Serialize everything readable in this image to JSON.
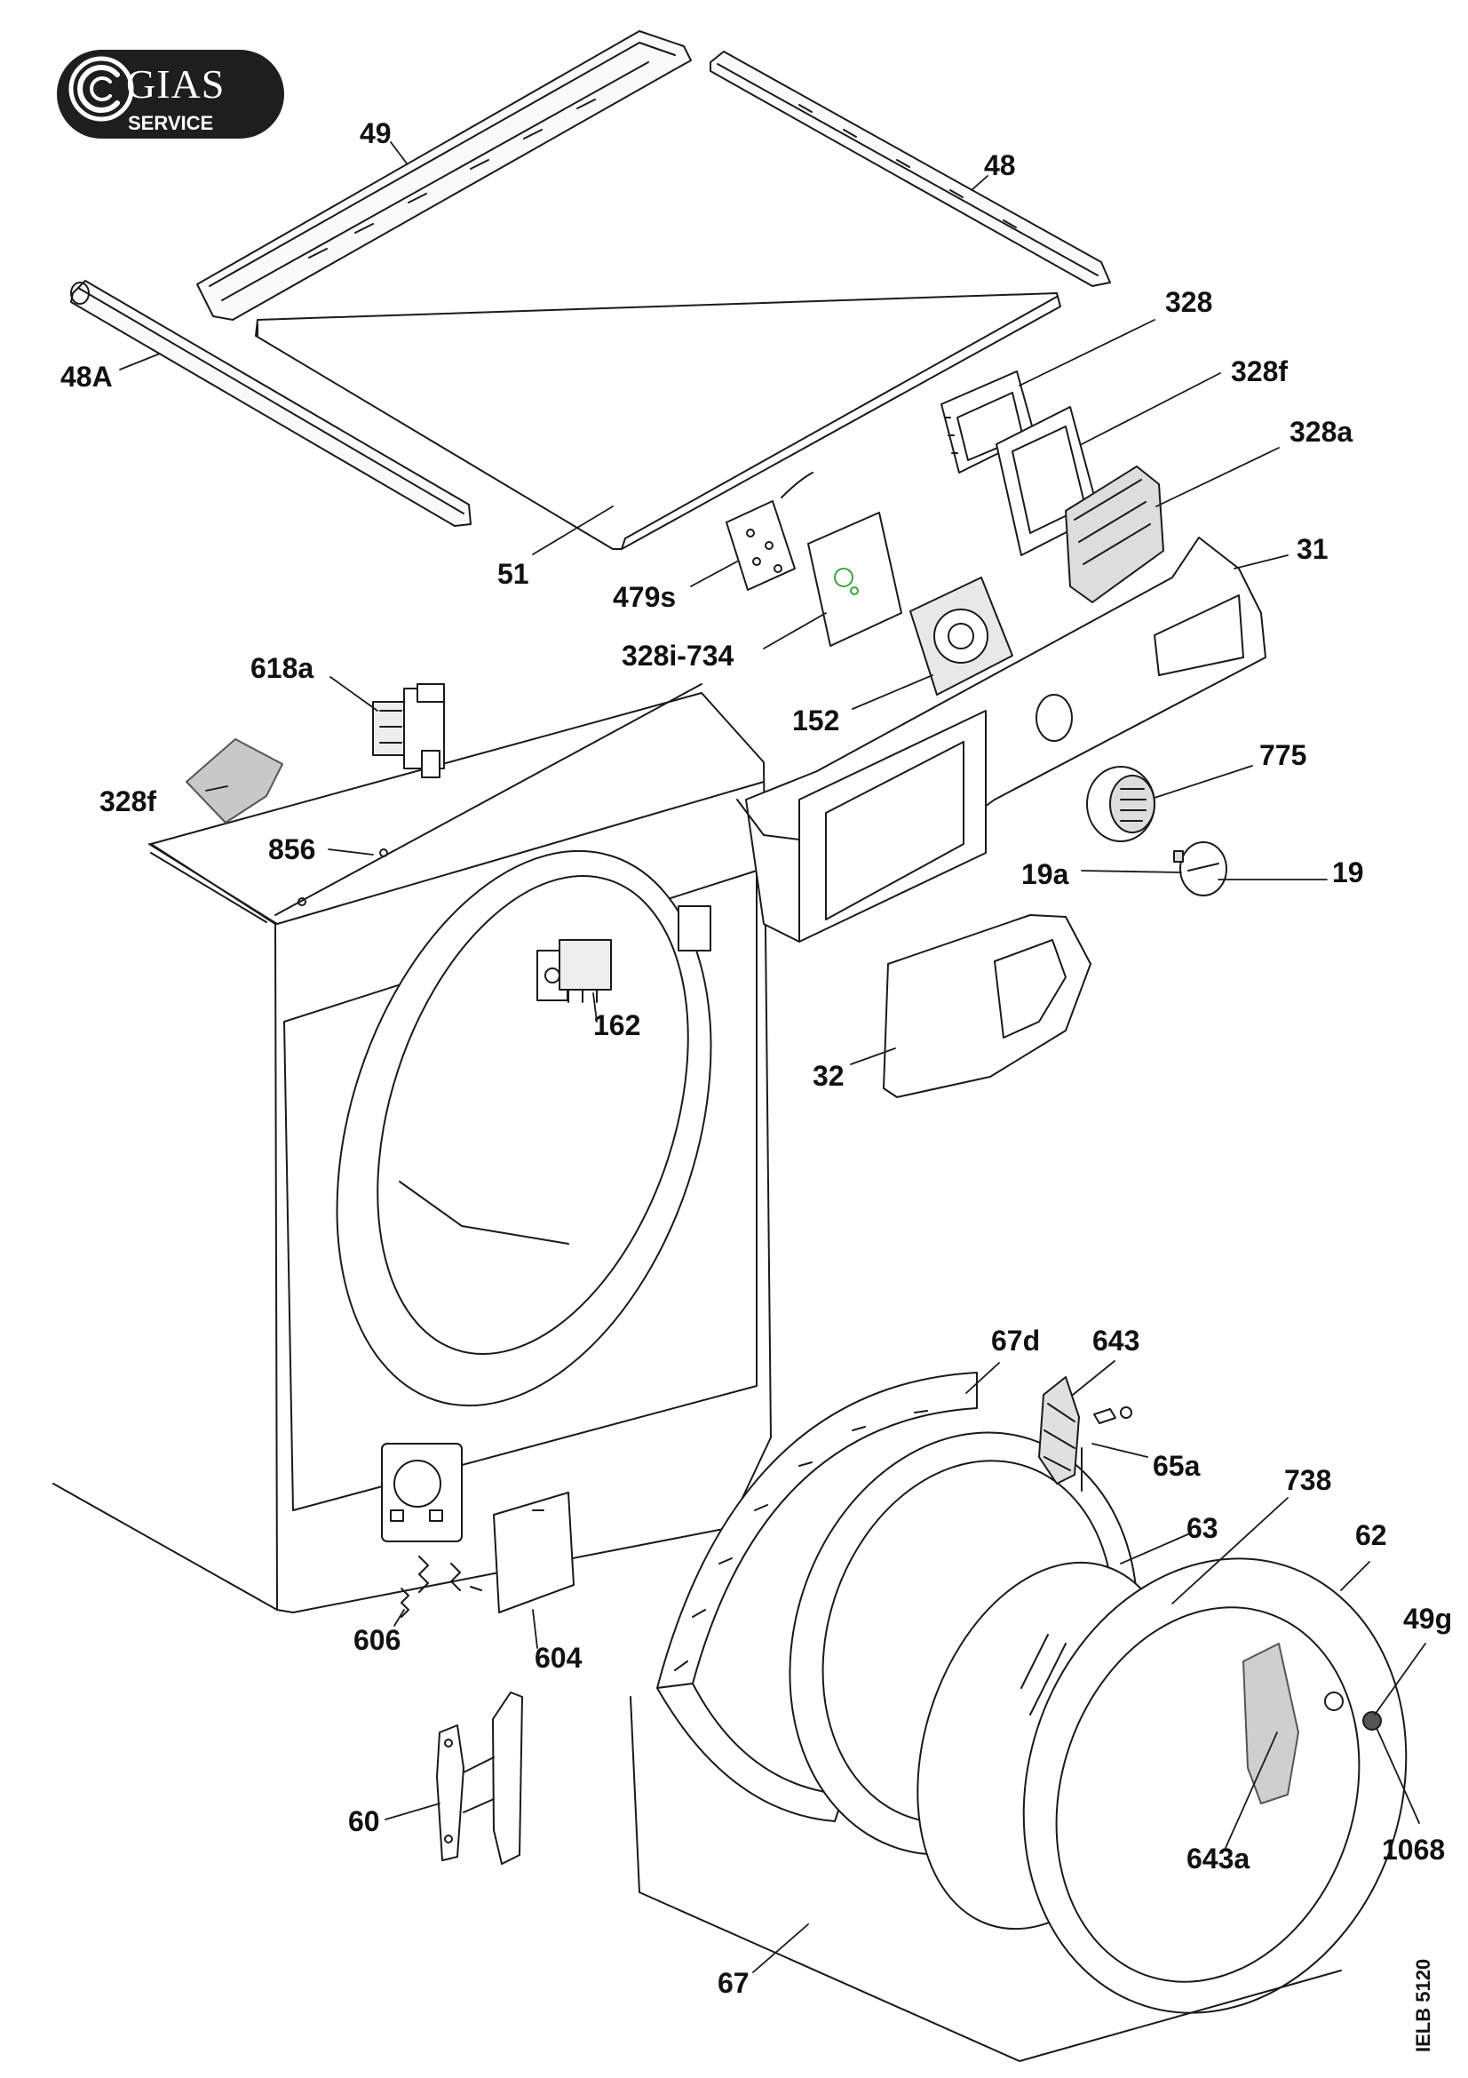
{
  "logo": {
    "brand": "GIAS",
    "tagline": "SERVICE"
  },
  "drawing_code": "IELB 5120",
  "callouts": {
    "p49": "49",
    "p48": "48",
    "p48A": "48A",
    "p51": "51",
    "p328": "328",
    "p328f_top": "328f",
    "p328a": "328a",
    "p31": "31",
    "p479s": "479s",
    "p328i734": "328i-734",
    "p152": "152",
    "p618a": "618a",
    "p328f_left": "328f",
    "p856": "856",
    "p775": "775",
    "p19a": "19a",
    "p19": "19",
    "p162": "162",
    "p32": "32",
    "p67d": "67d",
    "p643": "643",
    "p65a": "65a",
    "p738": "738",
    "p63": "63",
    "p62": "62",
    "p49g": "49g",
    "p606": "606",
    "p604": "604",
    "p60": "60",
    "p643a": "643a",
    "p1068": "1068",
    "p67": "67"
  },
  "colors": {
    "line": "#1a1a1a",
    "logo_bg": "#1e1e1e",
    "part_fill": "#f4f4f4",
    "seal": "#cfcfcf"
  }
}
